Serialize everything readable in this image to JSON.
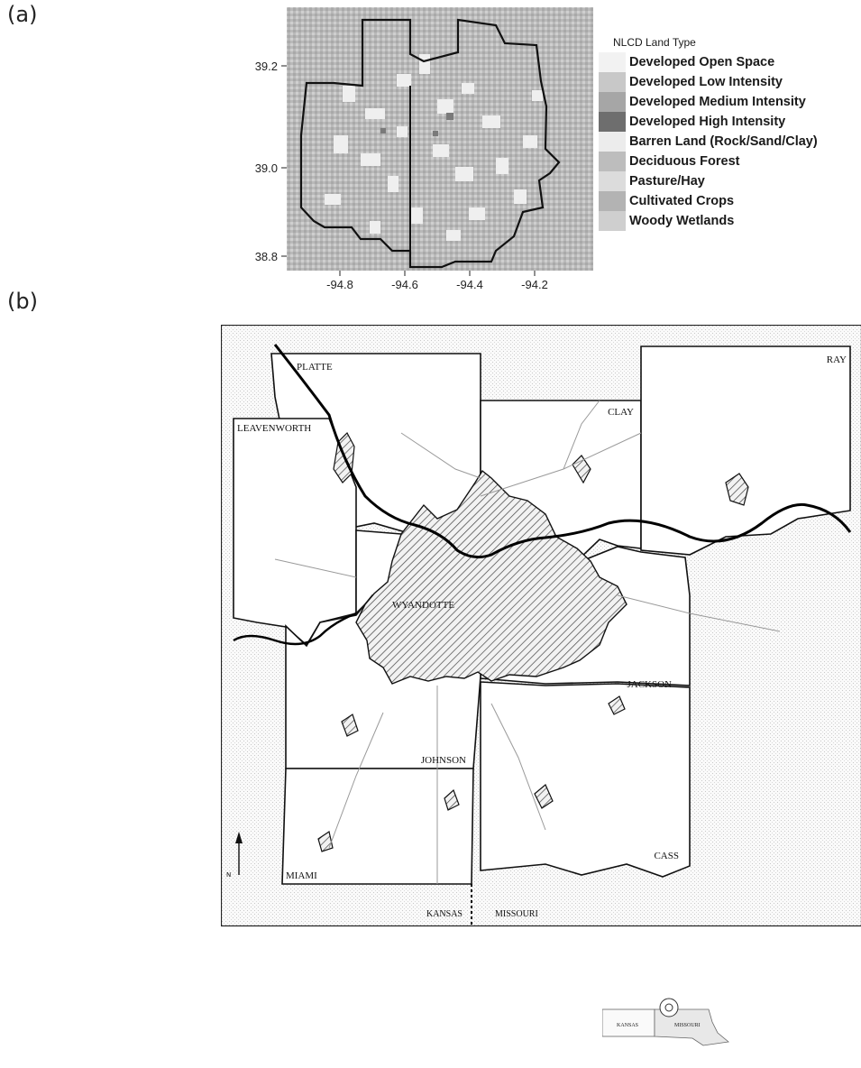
{
  "panels": {
    "a": "(a)",
    "b": "(b)"
  },
  "map_a": {
    "y_ticks": [
      "39.2",
      "39.0",
      "38.8"
    ],
    "x_ticks": [
      "-94.8",
      "-94.6",
      "-94.4",
      "-94.2"
    ],
    "legend_title": "NLCD Land Type",
    "legend": [
      {
        "label": "Developed Open Space",
        "color": "#f2f2f2"
      },
      {
        "label": "Developed Low Intensity",
        "color": "#c8c8c8"
      },
      {
        "label": "Developed Medium Intensity",
        "color": "#a6a6a6"
      },
      {
        "label": "Developed High Intensity",
        "color": "#6e6e6e"
      },
      {
        "label": "Barren Land (Rock/Sand/Clay)",
        "color": "#ececec"
      },
      {
        "label": "Deciduous Forest",
        "color": "#bdbdbd"
      },
      {
        "label": "Pasture/Hay",
        "color": "#dcdcdc"
      },
      {
        "label": "Cultivated Crops",
        "color": "#b3b3b3"
      },
      {
        "label": "Woody Wetlands",
        "color": "#cfcfcf"
      }
    ]
  },
  "map_b": {
    "counties": {
      "platte": "PLATTE",
      "ray": "RAY",
      "clay": "CLAY",
      "leavenworth": "LEAVENWORTH",
      "wyandotte": "WYANDOTTE",
      "jackson": "JACKSON",
      "johnson": "JOHNSON",
      "cass": "CASS",
      "miami": "MIAMI"
    },
    "states": {
      "kansas": "KANSAS",
      "missouri": "MISSOURI"
    },
    "north_label": "N"
  },
  "inset": {
    "kansas": "KANSAS",
    "missouri": "MISSOURI"
  }
}
